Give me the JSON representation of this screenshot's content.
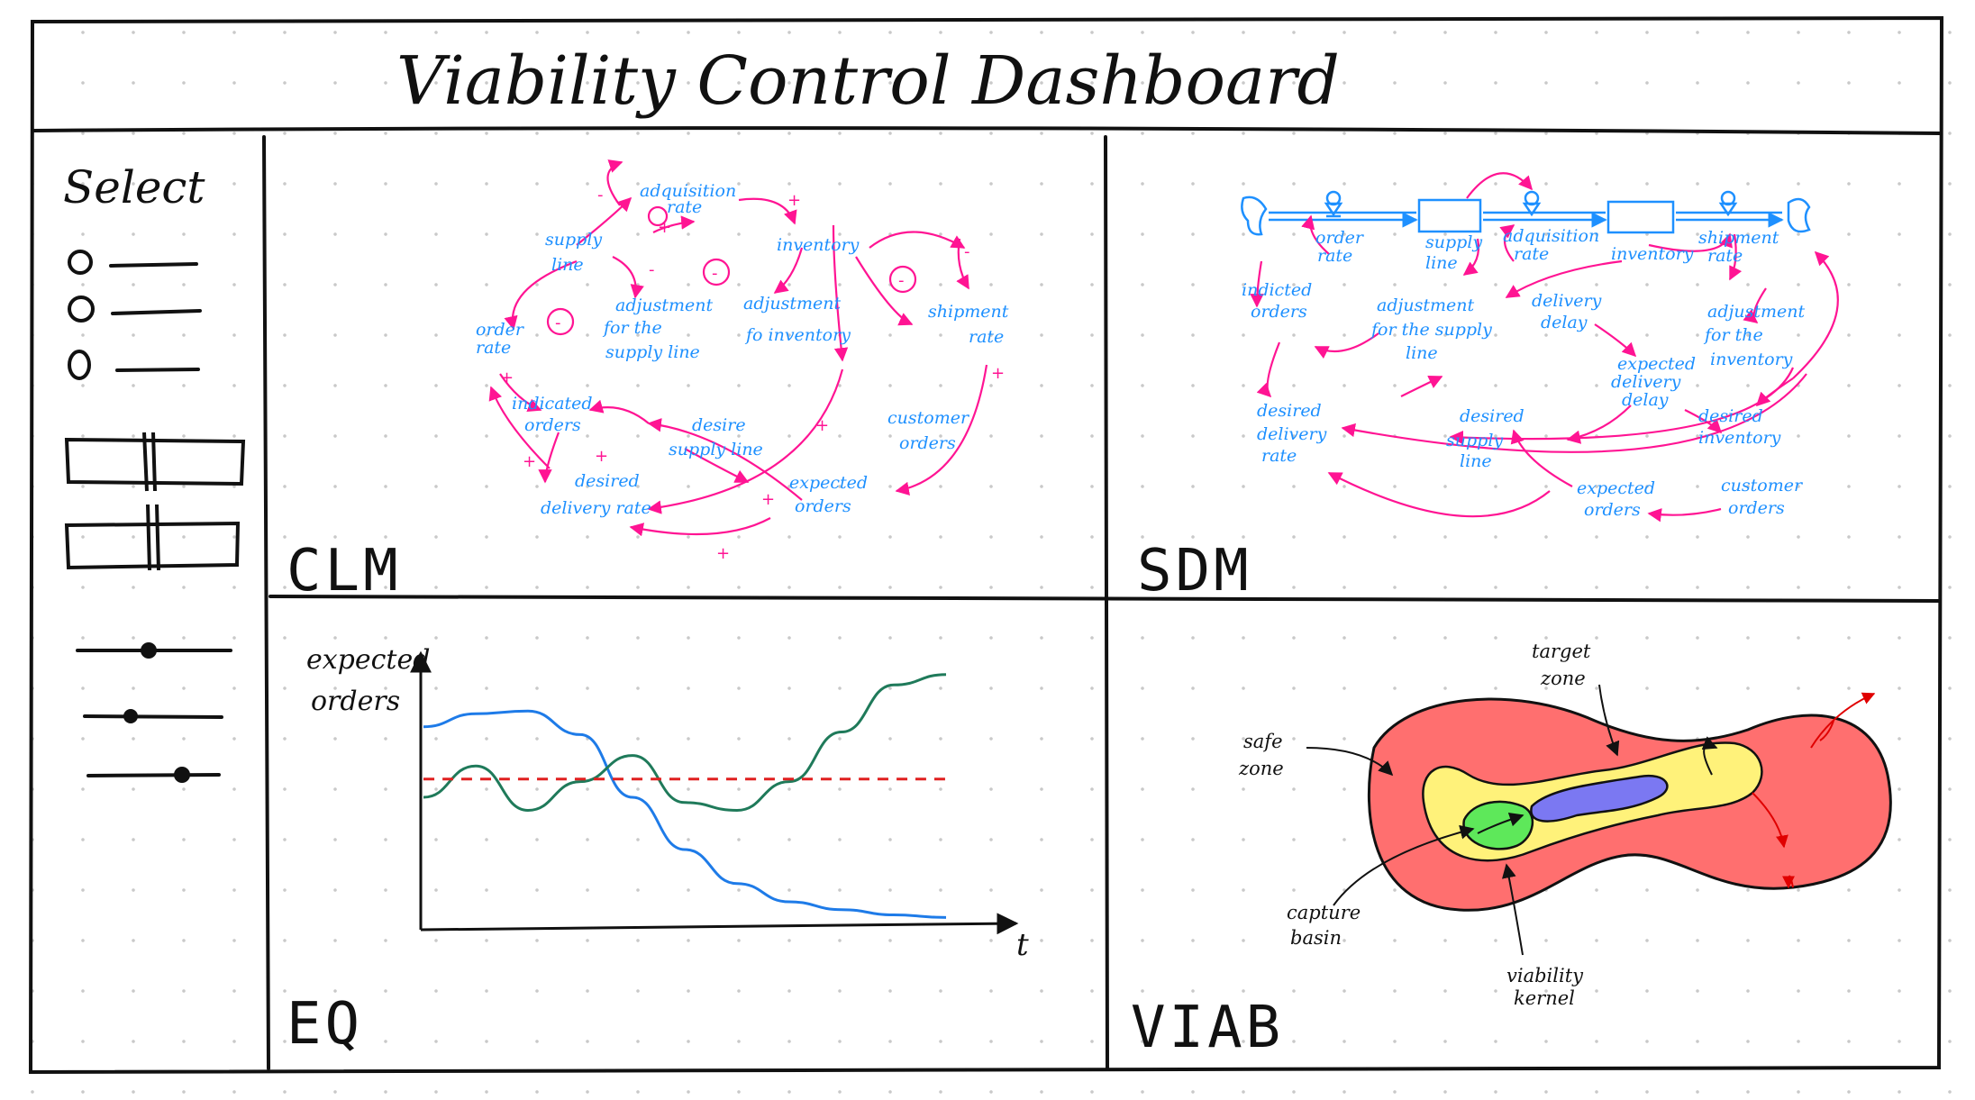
{
  "title": "Viability Control Dashboard",
  "sidebar": {
    "select_label": "Select",
    "radio_count": 3,
    "slider_count": 2,
    "track_sliders": 3
  },
  "panels": {
    "clm": {
      "label": "CLM",
      "nodes": {
        "acquisition_rate": [
          "adquisition",
          "rate"
        ],
        "inventory": [
          "inventory"
        ],
        "supply_line": [
          "supply",
          "line"
        ],
        "adjustment_supply": [
          "adjustment",
          "for the",
          "supply line"
        ],
        "adjustment_inventory": [
          "adjustment",
          "fo inventory"
        ],
        "shipment_rate": [
          "shipment",
          "rate"
        ],
        "order_rate": [
          "order",
          "rate"
        ],
        "indicated_orders": [
          "indicated",
          "orders"
        ],
        "desire_supply": [
          "desire",
          "supply line"
        ],
        "customer_orders": [
          "customer",
          "orders"
        ],
        "desired_delivery": [
          "desired",
          "delivery rate"
        ],
        "expected_orders": [
          "expected",
          "orders"
        ]
      },
      "signs": {
        "plus": "+",
        "minus": "-"
      }
    },
    "sdm": {
      "label": "SDM",
      "nodes": {
        "order_rate": [
          "order",
          "rate"
        ],
        "supply_line": [
          "supply",
          "line"
        ],
        "adquisition_rate": [
          "adquisition",
          "rate"
        ],
        "inventory": [
          "inventory"
        ],
        "shipment_rate": [
          "shipment",
          "rate"
        ],
        "indicated_orders": [
          "indicted",
          "orders"
        ],
        "adjustment_supply": [
          "adjustment",
          "for the supply",
          "line"
        ],
        "delivery_delay": [
          "delivery",
          "delay"
        ],
        "adjustment_inventory": [
          "adjustment",
          "for the",
          "inventory"
        ],
        "expected_delivery_delay": [
          "expected",
          "delivery",
          "delay"
        ],
        "desired_delivery_rate": [
          "desired",
          "delivery",
          "rate"
        ],
        "desired_supply_line": [
          "desired",
          "supply",
          "line"
        ],
        "desired_inventory": [
          "desired",
          "inventory"
        ],
        "expected_orders": [
          "expected",
          "orders"
        ],
        "customer_orders": [
          "customer",
          "orders"
        ]
      }
    },
    "eq": {
      "label": "EQ",
      "ylabel": [
        "expected",
        "orders"
      ],
      "xlabel": "t"
    },
    "viab": {
      "label": "VIAB",
      "annotations": {
        "target_zone": [
          "target",
          "zone"
        ],
        "safe_zone": [
          "safe",
          "zone"
        ],
        "capture_basin": [
          "capture",
          "basin"
        ],
        "viability_kernel": [
          "viability",
          "kernel"
        ]
      },
      "colors": {
        "safe": "#ff6f6f",
        "kernel": "#fff27a",
        "target": "#7b78f2",
        "capture": "#5ee85a"
      }
    }
  },
  "colors": {
    "link": "#ff1493",
    "node": "#1e90ff",
    "ink": "#111111"
  },
  "chart_data": {
    "type": "line",
    "title": "",
    "xlabel": "t",
    "ylabel": "expected orders",
    "grid": false,
    "x": [
      0,
      0.1,
      0.2,
      0.3,
      0.4,
      0.5,
      0.6,
      0.7,
      0.8,
      0.9,
      1.0
    ],
    "series": [
      {
        "color": "#1e7be8",
        "values": [
          0.77,
          0.82,
          0.83,
          0.74,
          0.5,
          0.3,
          0.17,
          0.1,
          0.07,
          0.05,
          0.04
        ]
      },
      {
        "color": "#1f7a5a",
        "values": [
          0.5,
          0.62,
          0.45,
          0.56,
          0.66,
          0.48,
          0.45,
          0.56,
          0.75,
          0.93,
          0.97
        ]
      },
      {
        "color": "#e02020",
        "style": "dashed",
        "values": [
          0.57,
          0.57,
          0.57,
          0.57,
          0.57,
          0.57,
          0.57,
          0.57,
          0.57,
          0.57,
          0.57
        ]
      }
    ],
    "xlim": [
      0,
      1
    ],
    "ylim": [
      0,
      1
    ]
  }
}
